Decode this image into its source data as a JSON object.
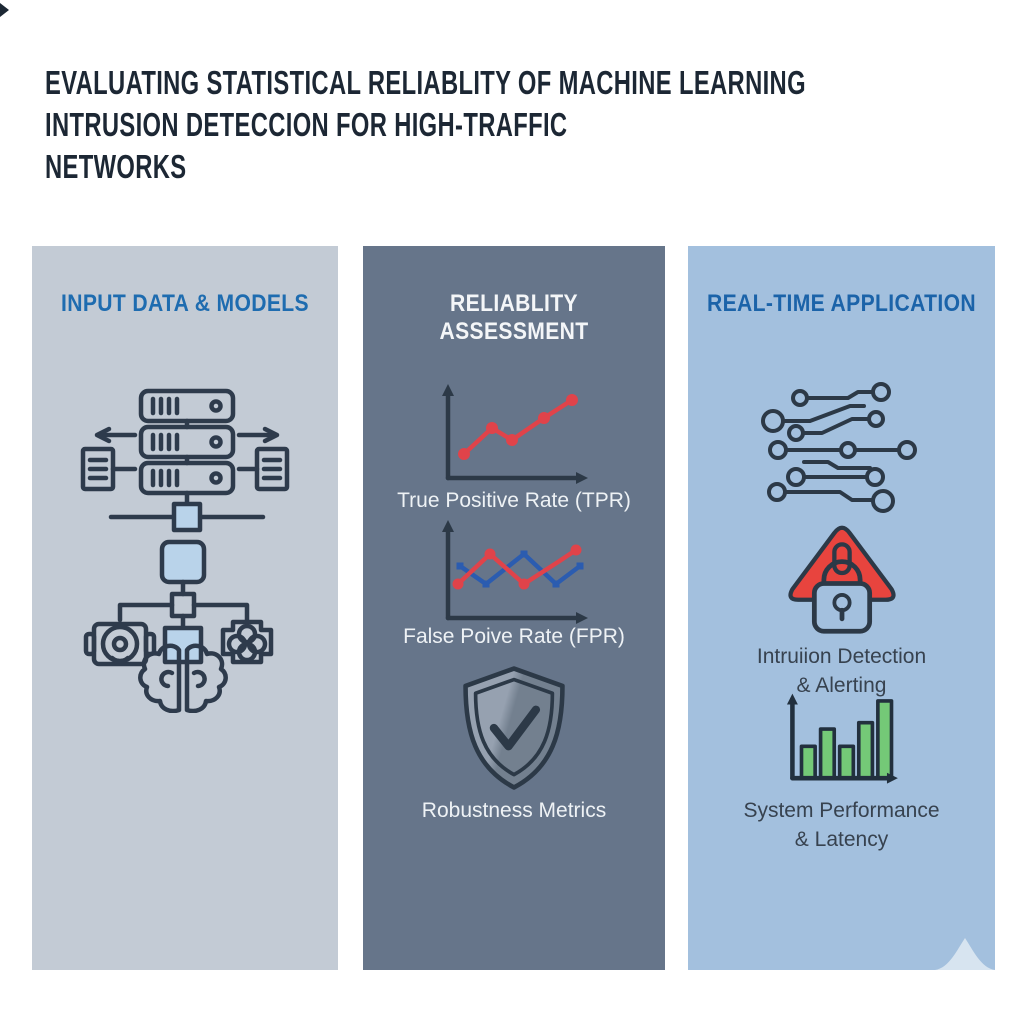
{
  "page": {
    "background": "#ffffff"
  },
  "title": {
    "lines": [
      "EVALUATING STATISTICAL RELIABLITY OF MACHINE LEARNING",
      "INTRUSION DETECCION FOR HIGH-TRAFFIC",
      "NETWORKS"
    ],
    "color": "#1c2734"
  },
  "columns": [
    {
      "header": "INPUT DATA & MODELS",
      "background": "#c3cbd5",
      "header_color": "#1e6cb0",
      "items": [
        {
          "icon": "server-stack-icon"
        },
        {
          "icon": "model-flowchart-brain-icon"
        }
      ]
    },
    {
      "header": "RELIABLITY ASSESSMENT",
      "background": "#66758a",
      "header_color": "#f4f6f8",
      "items": [
        {
          "icon": "tpr-line-chart-icon",
          "label": "True Positive Rate (TPR)"
        },
        {
          "icon": "fpr-line-chart-icon",
          "label": "False Poive Rate (FPR)"
        },
        {
          "icon": "shield-check-icon",
          "label": "Robustness Metrics"
        }
      ]
    },
    {
      "header": "REAL-TIME APPLICATION",
      "background": "#a3c0de",
      "header_color": "#1b63a9",
      "items": [
        {
          "icon": "circuit-traces-icon"
        },
        {
          "icon": "alert-triangle-lock-icon",
          "label": "Intruiion Detection\n& Alerting"
        },
        {
          "icon": "green-bar-chart-icon",
          "label": "System Performance\n& Latency"
        }
      ]
    }
  ],
  "accent_colors": {
    "icon_stroke": "#2c3947",
    "red": "#e0434a",
    "alert_red": "#e8443e",
    "blue_line": "#2b5cb0",
    "green_bar": "#74c977",
    "light_blue_fill": "#b9d3ea"
  }
}
